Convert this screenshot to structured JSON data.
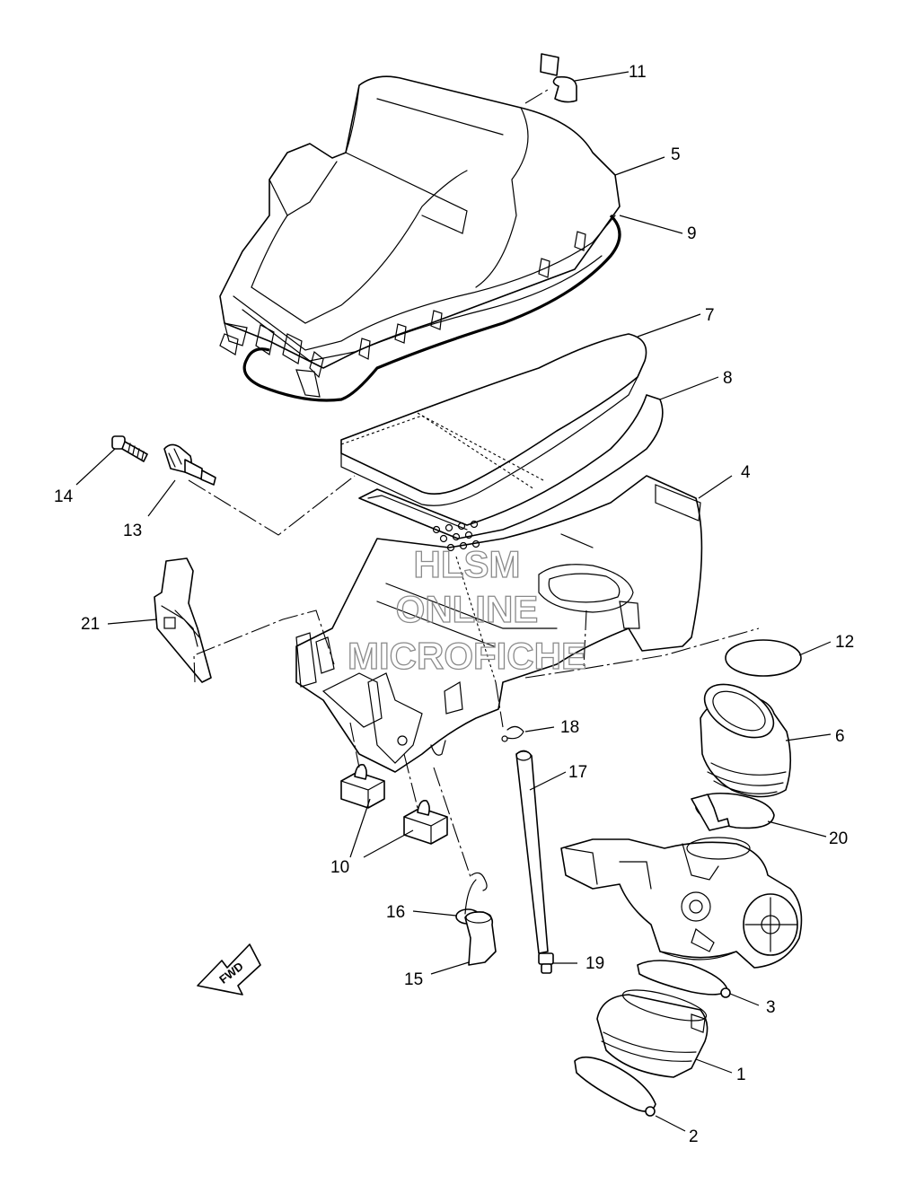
{
  "watermark": {
    "line1": "HLSM",
    "line2": "ONLINE",
    "line3": "MICROFICHE"
  },
  "direction_badge": {
    "label": "FWD",
    "icon": "arrow-left-icon"
  },
  "callouts": [
    {
      "id": "callout-11",
      "label": "11"
    },
    {
      "id": "callout-5",
      "label": "5"
    },
    {
      "id": "callout-9",
      "label": "9"
    },
    {
      "id": "callout-7",
      "label": "7"
    },
    {
      "id": "callout-8",
      "label": "8"
    },
    {
      "id": "callout-4",
      "label": "4"
    },
    {
      "id": "callout-14",
      "label": "14"
    },
    {
      "id": "callout-13",
      "label": "13"
    },
    {
      "id": "callout-21",
      "label": "21"
    },
    {
      "id": "callout-12",
      "label": "12"
    },
    {
      "id": "callout-18",
      "label": "18"
    },
    {
      "id": "callout-6",
      "label": "6"
    },
    {
      "id": "callout-17",
      "label": "17"
    },
    {
      "id": "callout-20",
      "label": "20"
    },
    {
      "id": "callout-10",
      "label": "10"
    },
    {
      "id": "callout-16",
      "label": "16"
    },
    {
      "id": "callout-19",
      "label": "19"
    },
    {
      "id": "callout-15",
      "label": "15"
    },
    {
      "id": "callout-3",
      "label": "3"
    },
    {
      "id": "callout-1",
      "label": "1"
    },
    {
      "id": "callout-2",
      "label": "2"
    }
  ]
}
